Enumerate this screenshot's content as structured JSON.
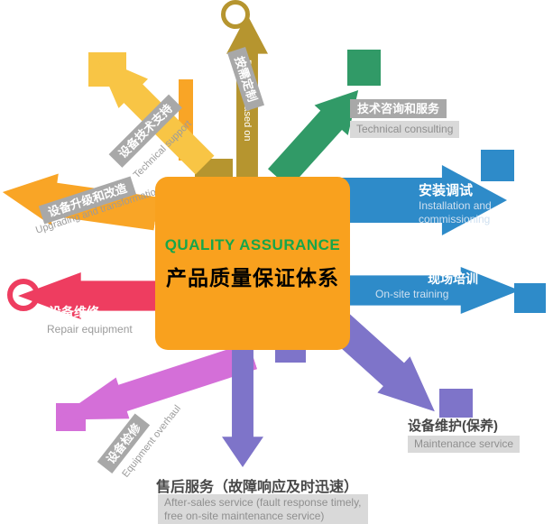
{
  "center": {
    "title_en": "QUALITY ASSURANCE",
    "title_zh": "产品质量保证体系"
  },
  "spokes": {
    "demand": {
      "zh": "按需定制",
      "en": "Demand-based on"
    },
    "tech_support": {
      "zh": "设备技术支持",
      "en": "Technical support"
    },
    "upgrade": {
      "zh": "设备升级和改造",
      "en": "Upgrading and transformation"
    },
    "repair": {
      "zh": "设备维修",
      "en": "Repair equipment"
    },
    "overhaul": {
      "zh": "设备检修",
      "en": "Equipment overhaul"
    },
    "after_sales": {
      "zh": "售后服务（故障响应及时迅速）",
      "en_line1": "After-sales service (fault response timely,",
      "en_line2": "free on-site maintenance service)"
    },
    "maintenance": {
      "zh": "设备维护(保养)",
      "en": "Maintenance service"
    },
    "training": {
      "zh": "现场培训",
      "en": "On-site training"
    },
    "install": {
      "zh": "安装调试",
      "en_line1": "Installation and",
      "en_line2": "commissioning"
    },
    "consulting": {
      "zh": "技术咨询和服务",
      "en": "Technical consulting"
    }
  },
  "colors": {
    "gold": "#B6952F",
    "yellow": "#F8C545",
    "orange": "#F9A526",
    "center_orange": "#F9A11E",
    "crimson": "#EE3D60",
    "orchid": "#D46FD8",
    "purple": "#7E74C9",
    "blue": "#2E8BC9",
    "green": "#319A67",
    "gray_bar": "#A8A8A8",
    "lite_bar": "#D9D9D9",
    "center_title_green": "#17A64A"
  }
}
